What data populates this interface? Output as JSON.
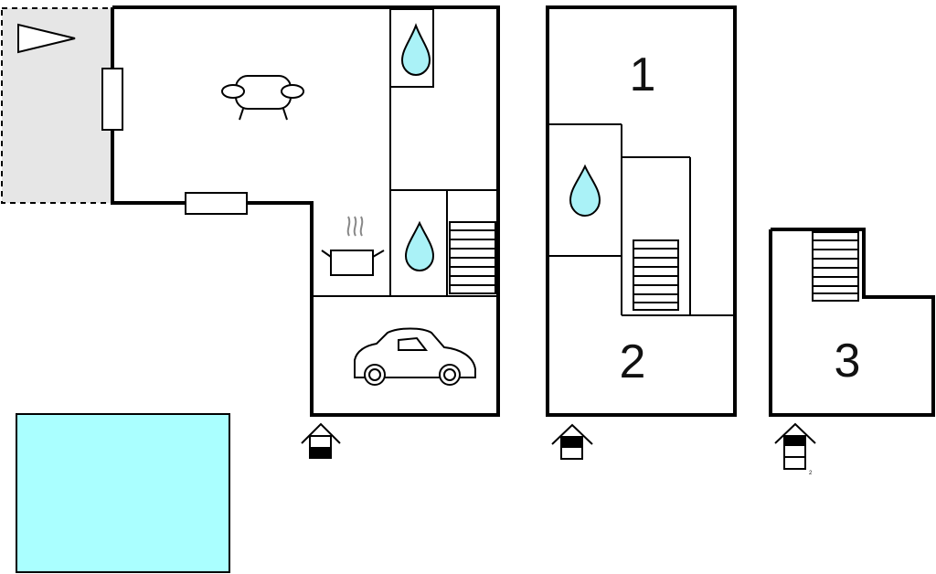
{
  "colors": {
    "terrace": "#e6e6e6",
    "pool": "#aaffff",
    "water": "#aaf2f7",
    "wall": "#000000"
  },
  "floors": [
    {
      "label": "1"
    },
    {
      "label": "2"
    },
    {
      "label": "3"
    }
  ],
  "legend": {
    "floor_small_number": "2"
  },
  "icons": [
    "sofa-icon",
    "water-drop-icon",
    "cooking-pot-icon",
    "car-icon",
    "stairs-icon",
    "entrance-icon",
    "compass-icon"
  ]
}
